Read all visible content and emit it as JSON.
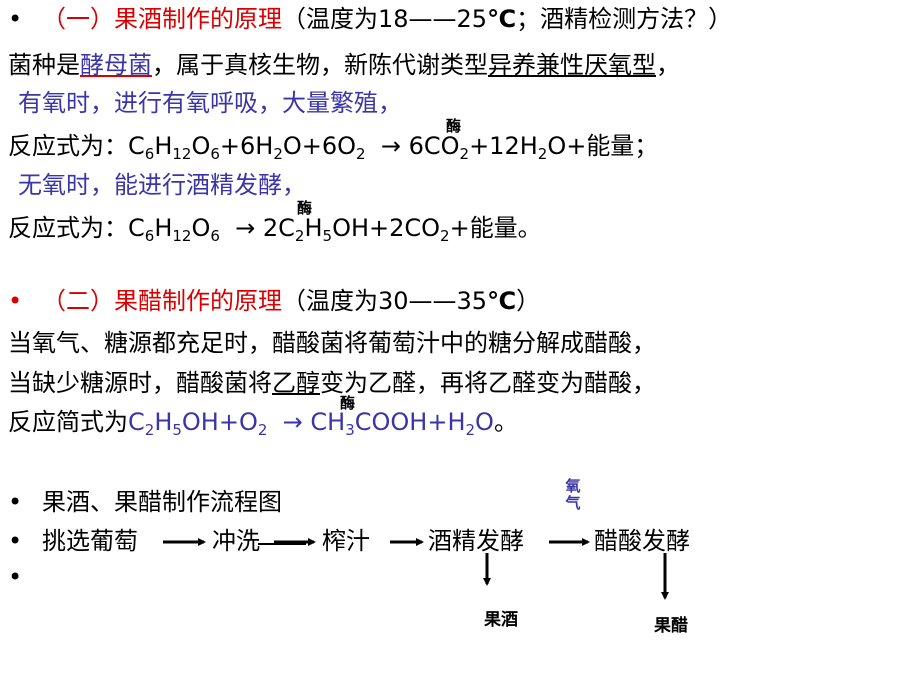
{
  "section1": {
    "bullet": "•",
    "heading": "（一）果酒制作的原理",
    "heading_note": "（温度为18——25",
    "temp_unit": "℃",
    "heading_note2": "；酒精检测方法？）",
    "line2_a": "菌种是",
    "line2_b": "酵母菌",
    "line2_c": "，属于真核生物，新陈代谢类型",
    "line2_d": "异养兼性厌氧型",
    "line2_e": "，",
    "aerobic": "有氧时，进行有氧呼吸，大量繁殖，",
    "rxn_prefix": "反应式为：",
    "enzyme": "酶",
    "anaerobic": "无氧时，能进行酒精发酵，",
    "rxn2_prefix": "反应式为：",
    "rxn1_end": "+能量；",
    "rxn2_end": "+能量。"
  },
  "section2": {
    "bullet": "•",
    "heading": "（二）果醋制作的原理",
    "heading_note": "（温度为30——35",
    "temp_unit": "℃",
    "heading_note2": "）",
    "line2": "当氧气、糖源都充足时，醋酸菌将葡萄汁中的糖分解成醋酸，",
    "line3_a": "当缺少糖源时，醋酸菌将",
    "line3_b": "乙醇",
    "line3_c": "变为乙醛，再将乙醛变为醋酸，",
    "rxn_prefix": "反应简式为",
    "enzyme": "酶",
    "rxn_end": "。"
  },
  "section3": {
    "bullet1": "•",
    "title": "果酒、果醋制作流程图",
    "bullet2": "•",
    "bullet3": "•",
    "steps": [
      "挑选葡萄",
      "冲洗",
      "榨汁",
      "酒精发酵",
      "醋酸发酵"
    ],
    "oxygen_label": "氧气",
    "product1": "果酒",
    "product2": "果醋"
  }
}
